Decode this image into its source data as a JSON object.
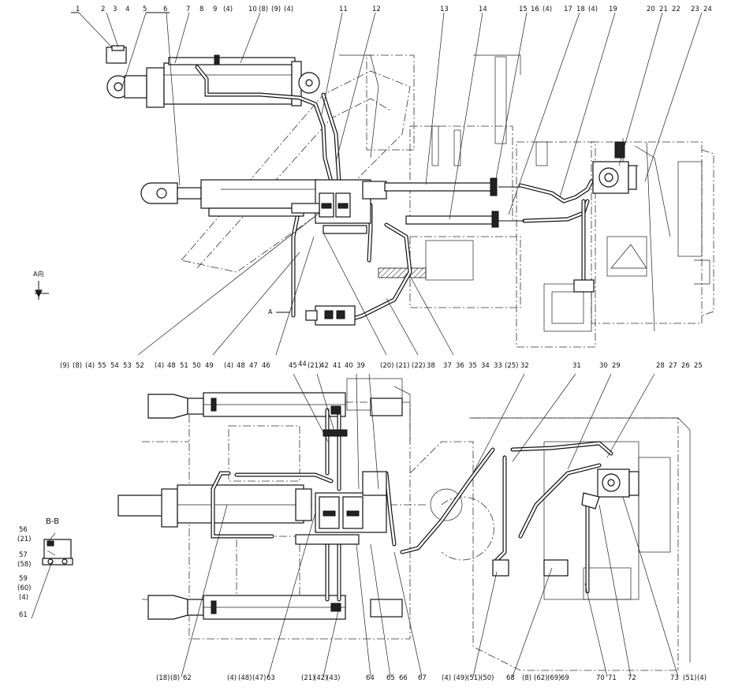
{
  "top_callouts": [
    "1",
    "2",
    "3",
    "4",
    "5",
    "6",
    "7",
    "8",
    "9",
    "(4)",
    "10",
    "(8)",
    "(9)",
    "(4)",
    "11",
    "12",
    "13",
    "14",
    "15",
    "16",
    "(4)",
    "17",
    "18",
    "(4)",
    "19",
    "20",
    "21",
    "22",
    "23",
    "24"
  ],
  "mid_callouts": [
    "(9)",
    "(8)",
    "(4)",
    "55",
    "54",
    "53",
    "52",
    "(4)",
    "48",
    "51",
    "50",
    "49",
    "(4)",
    "48",
    "47",
    "46",
    "(20)",
    "(21)",
    "(22)",
    "38",
    "37",
    "36",
    "35",
    "34",
    "33",
    "(25)"
  ],
  "lower_top_callouts": [
    "45",
    "44",
    "(21)",
    "42",
    "41",
    "40",
    "39",
    "32",
    "31",
    "30",
    "29",
    "28",
    "27",
    "26",
    "25"
  ],
  "bottom_callouts": [
    "(18)",
    "(8)",
    "62",
    "(4)",
    "(48)",
    "(47)",
    "63",
    "(21)",
    "(42)",
    "(43)",
    "64",
    "65",
    "66",
    "67",
    "(4)",
    "(49)",
    "(51)",
    "(50)",
    "68",
    "(8)",
    "(62)",
    "(69)",
    "69",
    "70",
    "71",
    "72",
    "73",
    "(51)",
    "(4)"
  ],
  "section_label": "B-B",
  "section_callouts": [
    "56",
    "(21)",
    "57",
    "(58)",
    "59",
    "(60)",
    "(4)",
    "61"
  ],
  "view_marks": {
    "a_view": "A向",
    "a_mark": "A"
  }
}
